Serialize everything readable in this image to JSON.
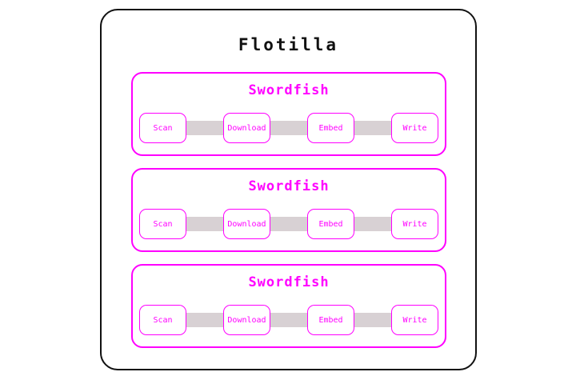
{
  "diagram": {
    "title": "Flotilla",
    "groups": [
      {
        "title": "Swordfish",
        "nodes": [
          "Scan",
          "Download",
          "Embed",
          "Write"
        ]
      },
      {
        "title": "Swordfish",
        "nodes": [
          "Scan",
          "Download",
          "Embed",
          "Write"
        ]
      },
      {
        "title": "Swordfish",
        "nodes": [
          "Scan",
          "Download",
          "Embed",
          "Write"
        ]
      }
    ],
    "colors": {
      "accent": "#ff00ff",
      "connector": "#d8d1d4",
      "outline": "#111111",
      "background": "#ffffff"
    }
  }
}
